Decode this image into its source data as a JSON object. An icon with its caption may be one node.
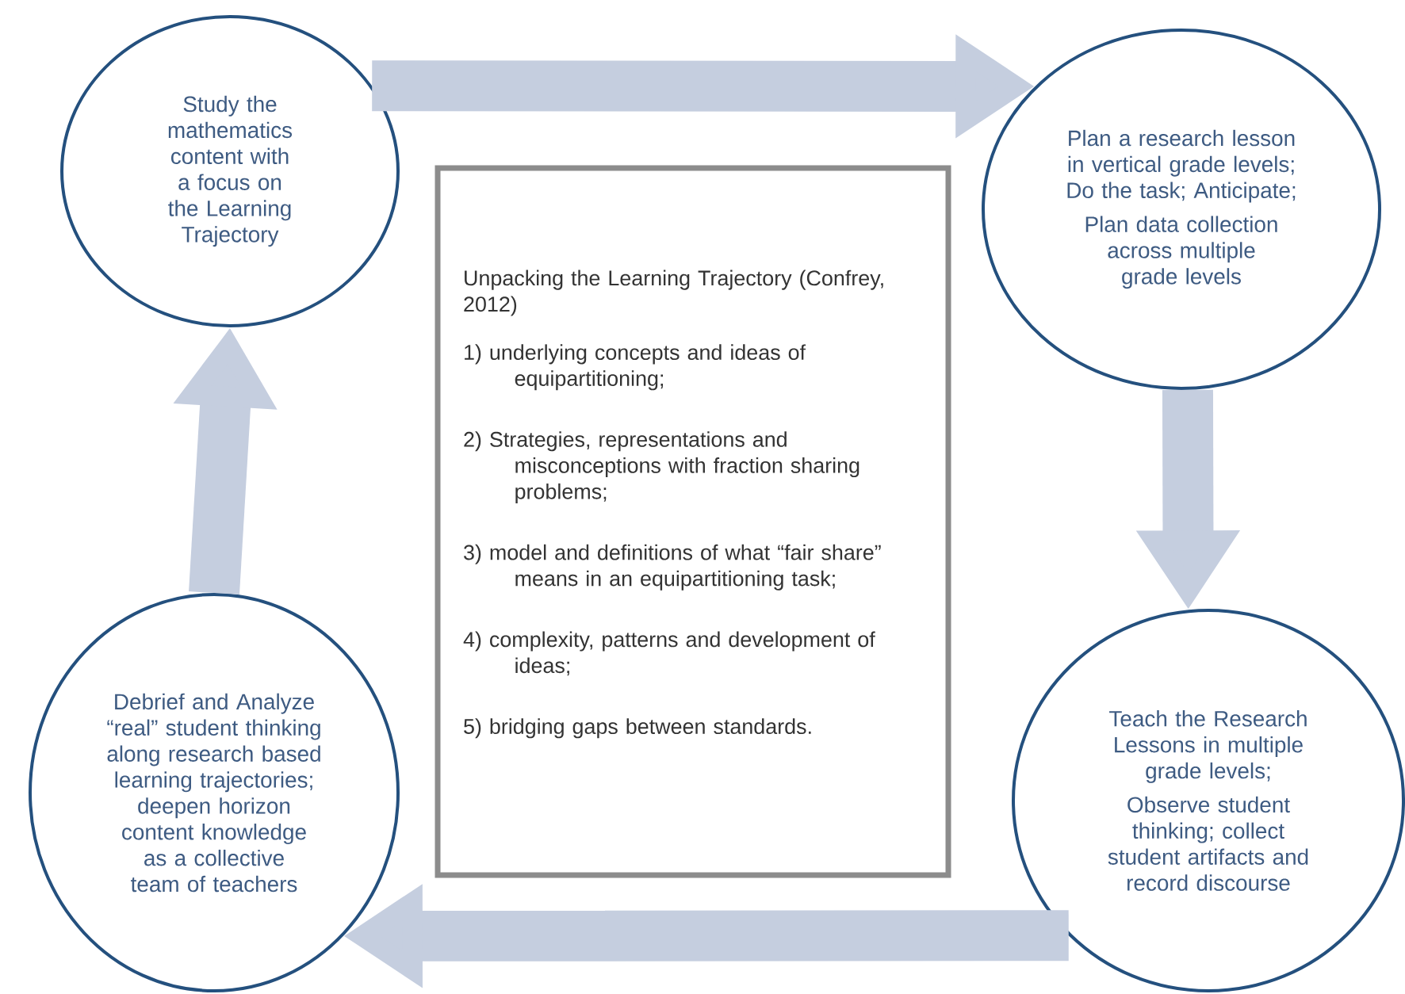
{
  "diagram": {
    "nodes": [
      {
        "text": [
          "Study the mathematics content with a focus on the Learning Trajectory"
        ]
      },
      {
        "text": [
          "Plan a research lesson in vertical grade levels; Do the task; Anticipate;",
          "Plan data collection across multiple grade levels"
        ]
      },
      {
        "text": [
          "Unpacking the Learning Trajectory (Confrey, 2012)",
          "1) underlying concepts and ideas of equipartitioning;",
          "2) Strategies, representations and misconceptions with fraction sharing problems;",
          "3) model and definitions of what “fair share” means in an equipartitioning task;",
          "4) complexity, patterns and development of ideas;",
          "5) bridging gaps between standards."
        ]
      },
      {
        "text": [
          "Teach the Research Lessons in multiple grade levels;",
          "Observe student thinking; collect student artifacts and record discourse"
        ]
      },
      {
        "text": [
          "Debrief and Analyze “real” student thinking along research based learning trajectories; deepen horizon content knowledge as a collective team of teachers"
        ]
      }
    ],
    "edges": [
      {
        "from": 0,
        "to": 1,
        "arrow": "to"
      },
      {
        "from": 1,
        "to": 3,
        "arrow": "to"
      },
      {
        "from": 3,
        "to": 4,
        "arrow": "to"
      },
      {
        "from": 4,
        "to": 0,
        "arrow": "to"
      }
    ]
  }
}
